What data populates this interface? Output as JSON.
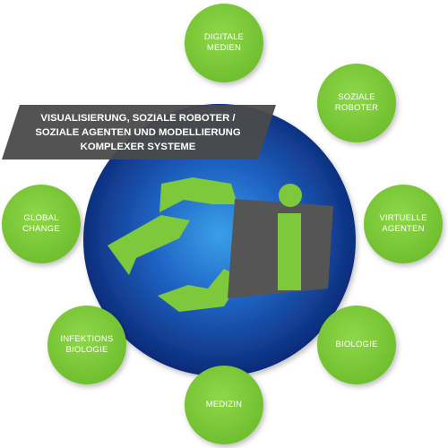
{
  "diagram": {
    "title": "VISUALISIERUNG, SOZIALE ROBOTER /\nSOZIALE AGENTEN UND MODELLIERUNG\nKOMPLEXER SYSTEME",
    "topics": [
      {
        "id": "digitale-medien",
        "label": "DIGITALE\nMEDIEN"
      },
      {
        "id": "soziale-roboter",
        "label": "SOZIALE\nROBOTER"
      },
      {
        "id": "virtuelle-agenten",
        "label": "VIRTUELLE\nAGENTEN"
      },
      {
        "id": "biologie",
        "label": "BIOLOGIE"
      },
      {
        "id": "medizin",
        "label": "MEDIZIN"
      },
      {
        "id": "infektionsbiologie",
        "label": "INFEKTIONS\nBIOLOGIE"
      },
      {
        "id": "global-change",
        "label": "GLOBAL\nCHANGE"
      }
    ],
    "colors": {
      "topic_green": "#7dc93b",
      "globe_center": "#2f8fd6",
      "globe_edge": "#0b2a7a",
      "banner": "#4a4a4a",
      "logo_gray": "#555555",
      "logo_green": "#7dc93b"
    }
  }
}
